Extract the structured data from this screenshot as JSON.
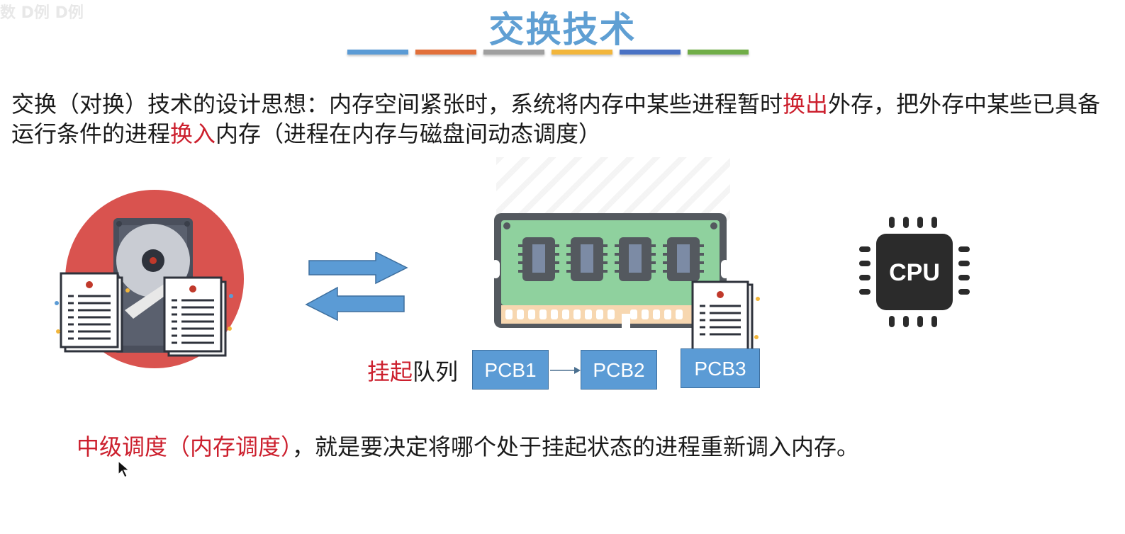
{
  "watermark": "数 D例 D例",
  "title": "交换技术",
  "title_bar_colors": [
    "#5b9bd5",
    "#e2703a",
    "#a0a0a0",
    "#f2b63c",
    "#4a72c4",
    "#70ad47"
  ],
  "paragraph": {
    "part1": "交换（对换）技术的设计思想：内存空间紧张时，系统将内存中某些进程暂时",
    "highlight1": "换出",
    "part2": "外存，把外存中某些已具备运行条件的进程",
    "highlight2": "换入",
    "part3": "内存（进程在内存与磁盘间动态调度）"
  },
  "icons": {
    "disk": "hard-disk-with-documents-icon",
    "arrows": "swap-arrows-icon",
    "memory": "ram-module-icon",
    "cpu": "cpu-chip-icon",
    "document": "document-icon"
  },
  "cpu_label": "CPU",
  "queue": {
    "label_highlight": "挂起",
    "label_rest": "队列",
    "items": [
      "PCB1",
      "PCB2",
      "PCB3"
    ]
  },
  "bottom": {
    "highlight": "中级调度（内存调度）",
    "rest": "，就是要决定将哪个处于挂起状态的进程重新调入内存。"
  },
  "colors": {
    "accent_red": "#cc1f2d",
    "title_blue": "#5f9fd3",
    "pcb_blue": "#5b9bd5",
    "disk_circle": "#d9534f",
    "ram_green": "#8fd19e"
  }
}
